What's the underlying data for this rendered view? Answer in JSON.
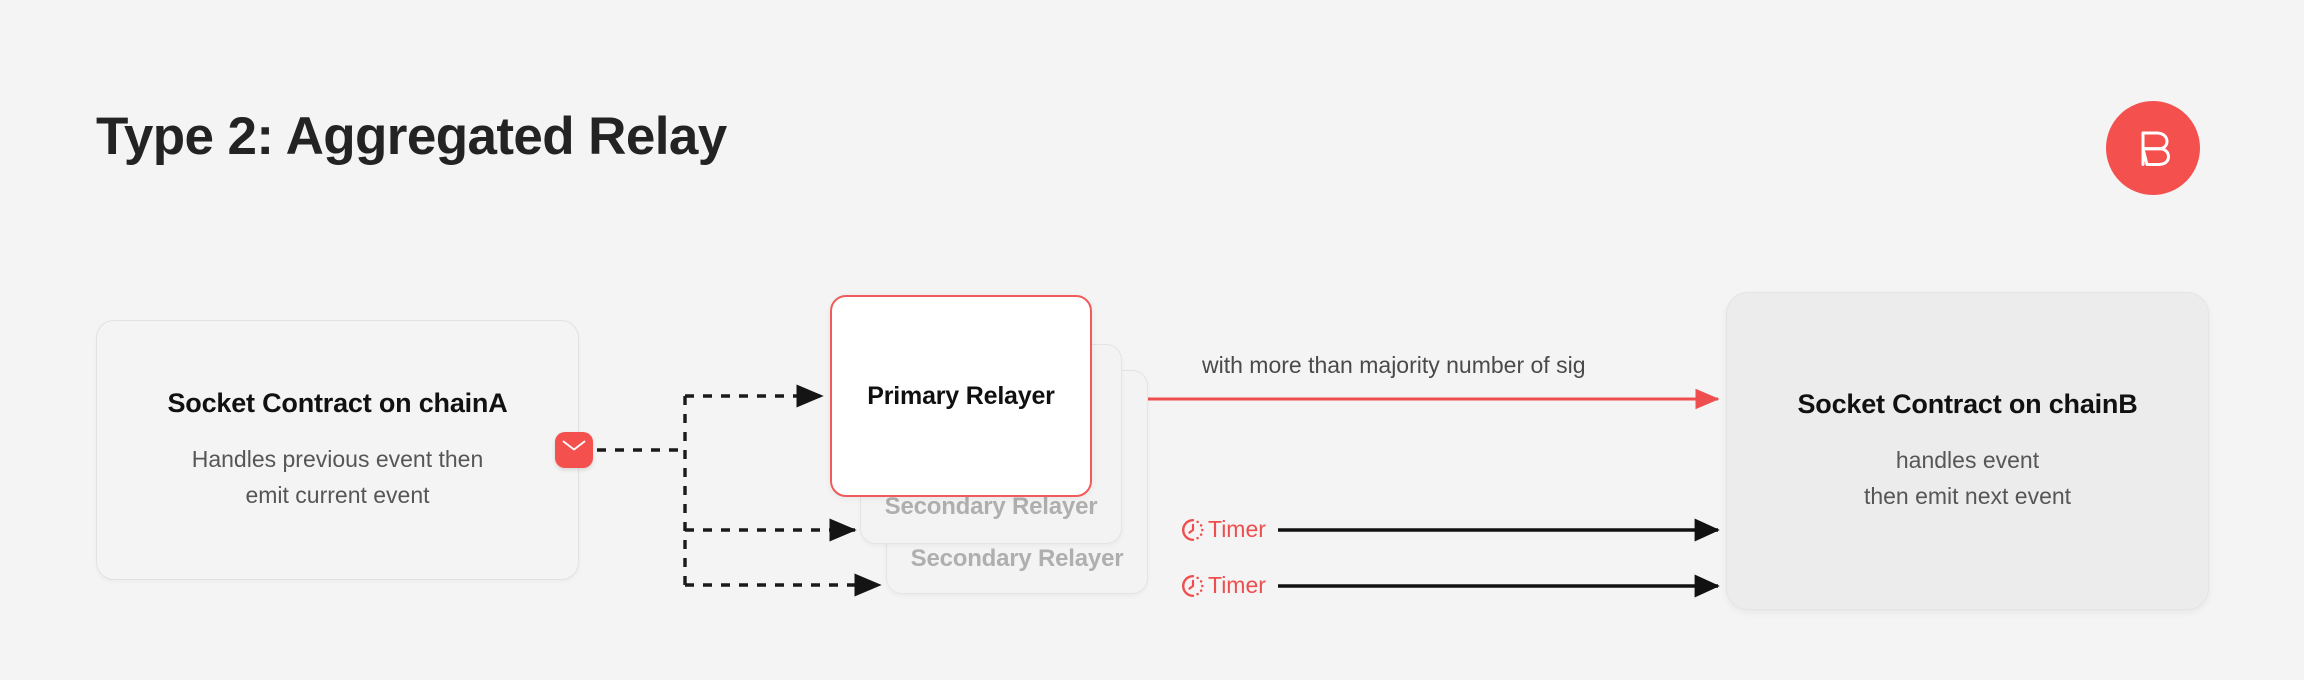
{
  "page": {
    "title": "Type 2: Aggregated Relay",
    "background_color": "#F4F4F4",
    "accent_color": "#F4504E"
  },
  "brand": {
    "logo_icon": "bungee-b-logo-icon",
    "logo_color": "#F4504E"
  },
  "nodes": {
    "chain_a": {
      "title": "Socket Contract on chainA",
      "desc_line1": "Handles previous event then",
      "desc_line2": "emit current event",
      "fill": "#F4F4F4",
      "border": "#E2E2E2"
    },
    "chain_b": {
      "title": "Socket Contract on chainB",
      "desc_line1": "handles event",
      "desc_line2": "then emit next event",
      "fill": "#ECECEC",
      "border": "#E4E4E4"
    },
    "primary_relayer": {
      "label": "Primary Relayer",
      "fill": "#FFFFFF",
      "border": "#F15B5B"
    },
    "secondary_relayer_1": {
      "label": "Secondary Relayer",
      "fill": "#F3F3F3",
      "border": "#E4E4E4",
      "text_color": "#AFAFAF"
    },
    "secondary_relayer_2": {
      "label": "Secondary Relayer",
      "fill": "#F3F3F3",
      "border": "#E4E4E4",
      "text_color": "#AFAFAF"
    }
  },
  "badges": {
    "event_envelope": {
      "icon": "envelope-icon",
      "color": "#F4504E"
    }
  },
  "edges": {
    "aggregated_signature": {
      "label": "with more than majority number of sig",
      "color": "#EE4E4E",
      "style": "solid"
    },
    "timer_1": {
      "label": "Timer",
      "icon": "timer-icon",
      "color": "#EE4E4E",
      "line_color": "#111111",
      "style": "solid"
    },
    "timer_2": {
      "label": "Timer",
      "icon": "timer-icon",
      "color": "#EE4E4E",
      "line_color": "#111111",
      "style": "solid"
    },
    "event_fanout": {
      "color": "#1A1A1A",
      "style": "dashed",
      "branches": 3
    }
  }
}
